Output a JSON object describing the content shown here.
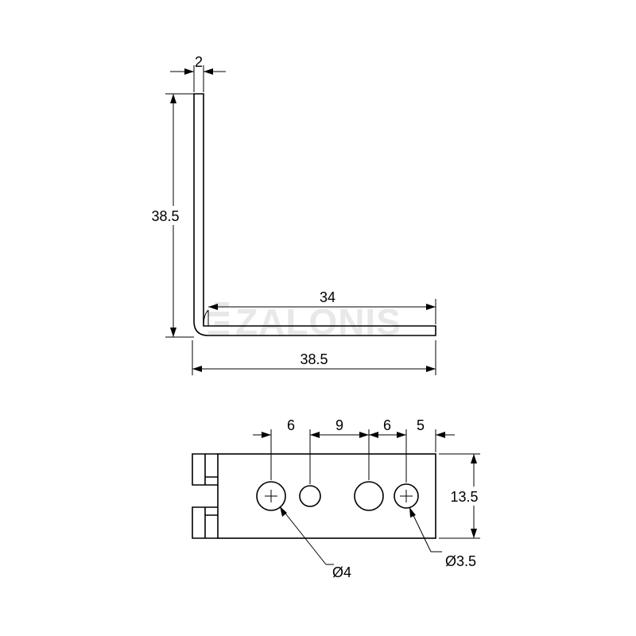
{
  "watermark": {
    "text": "ZALONIS"
  },
  "side_view": {
    "dimensions": {
      "thickness": "2",
      "height": "38.5",
      "inner_length": "34",
      "overall_length": "38.5"
    }
  },
  "top_view": {
    "dimensions": {
      "spacing_1": "6",
      "spacing_2": "9",
      "spacing_3": "6",
      "spacing_4": "5",
      "width": "13.5"
    },
    "hole_callouts": {
      "large_hole": "Ø4",
      "small_hole": "Ø3.5"
    }
  }
}
